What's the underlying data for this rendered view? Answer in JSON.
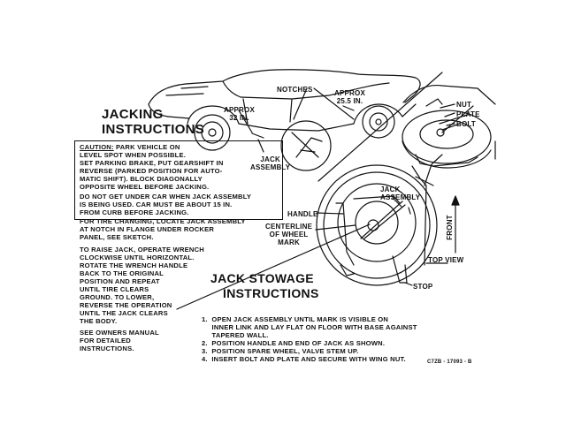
{
  "jacking": {
    "title_line1": "JACKING",
    "title_line2": "INSTRUCTIONS",
    "caution_lines": [
      {
        "lead": "CAUTION:",
        "text": " PARK VEHICLE ON"
      },
      {
        "lead": "",
        "text": "LEVEL SPOT WHEN POSSIBLE."
      },
      {
        "lead": "",
        "text": "SET PARKING BRAKE, PUT GEARSHIFT IN"
      },
      {
        "lead": "",
        "text": "REVERSE (PARKED POSITION FOR AUTO-"
      },
      {
        "lead": "",
        "text": "MATIC SHIFT). BLOCK DIAGONALLY"
      },
      {
        "lead": "",
        "text": "OPPOSITE WHEEL BEFORE JACKING."
      },
      {
        "lead": "",
        "text": "DO NOT GET UNDER CAR WHEN JACK ASSEMBLY"
      },
      {
        "lead": "",
        "text": "IS BEING USED. CAR MUST BE ABOUT 15 IN."
      },
      {
        "lead": "",
        "text": "FROM CURB BEFORE JACKING."
      }
    ],
    "tire_change_lines": [
      "FOR TIRE CHANGING, LOCATE JACK ASSEMBLY",
      "AT NOTCH IN FLANGE UNDER ROCKER",
      "PANEL, SEE SKETCH."
    ],
    "raise_lines": [
      "TO RAISE JACK, OPERATE WRENCH",
      "CLOCKWISE UNTIL HORIZONTAL.",
      "ROTATE THE WRENCH HANDLE",
      "BACK TO THE ORIGINAL",
      "POSITION AND REPEAT",
      "UNTIL TIRE CLEARS",
      "GROUND. TO LOWER,",
      "REVERSE THE OPERATION",
      "UNTIL THE JACK CLEARS",
      "THE BODY."
    ],
    "manual_lines": [
      "SEE OWNERS MANUAL",
      "FOR DETAILED",
      "INSTRUCTIONS."
    ]
  },
  "car_labels": {
    "notches": "NOTCHES",
    "approx_front_1": "APPROX",
    "approx_front_2": "32 IN.",
    "approx_rear_1": "APPROX",
    "approx_rear_2": "25.5 IN.",
    "jack_assembly_1": "JACK",
    "jack_assembly_2": "ASSEMBLY"
  },
  "trunk_labels": {
    "nut": "NUT",
    "plate": "PLATE",
    "bolt": "BOLT"
  },
  "wheel_labels": {
    "jack_assembly_1": "JACK",
    "jack_assembly_2": "ASSEMBLY",
    "handle": "HANDLE",
    "centerline_1": "CENTERLINE",
    "centerline_2": "OF WHEEL",
    "centerline_3": "MARK",
    "front": "FRONT",
    "top_view": "TOP VIEW",
    "stop": "STOP"
  },
  "stowage": {
    "title_line1": "JACK STOWAGE",
    "title_line2": "INSTRUCTIONS",
    "steps": [
      "1.  OPEN JACK ASSEMBLY UNTIL MARK IS VISIBLE ON",
      "     INNER LINK AND LAY FLAT ON FLOOR WITH BASE AGAINST",
      "     TAPERED WALL.",
      "2.  POSITION HANDLE AND END OF JACK AS SHOWN.",
      "3.  POSITION SPARE WHEEL, VALVE STEM UP.",
      "4.  INSERT BOLT AND PLATE AND SECURE WITH WING NUT."
    ],
    "part_number": "C7ZB - 17093 - B"
  },
  "icons": {
    "car": "car-side-illustration",
    "trunk": "trunk-spare-illustration",
    "wheel": "spare-wheel-top-view-illustration"
  }
}
